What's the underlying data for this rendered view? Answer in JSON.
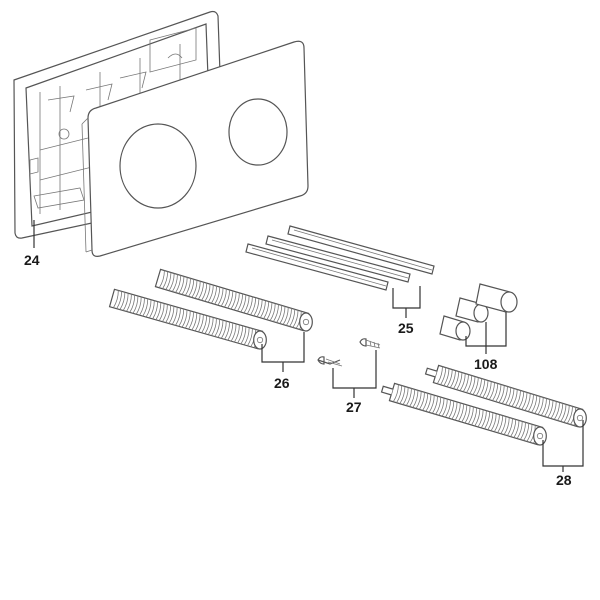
{
  "callouts": {
    "c24": "24",
    "c25": "25",
    "c26": "26",
    "c27": "27",
    "c108": "108",
    "c28": "28"
  },
  "colors": {
    "line": "#555555",
    "label": "#1a1a1a",
    "background": "#ffffff"
  }
}
